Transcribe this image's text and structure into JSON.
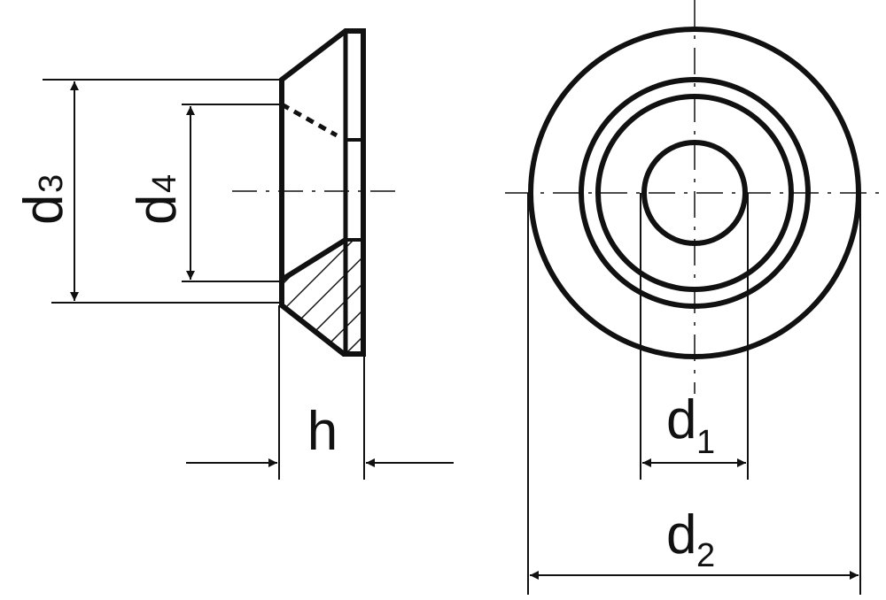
{
  "labels": {
    "d3": {
      "letter": "d",
      "sub": "3"
    },
    "d4": {
      "letter": "d",
      "sub": "4"
    },
    "h": {
      "letter": "h"
    },
    "d1": {
      "letter": "d",
      "sub": "1"
    },
    "d2": {
      "letter": "d",
      "sub": "2"
    }
  },
  "colors": {
    "line": "#111111",
    "background": "#ffffff"
  }
}
